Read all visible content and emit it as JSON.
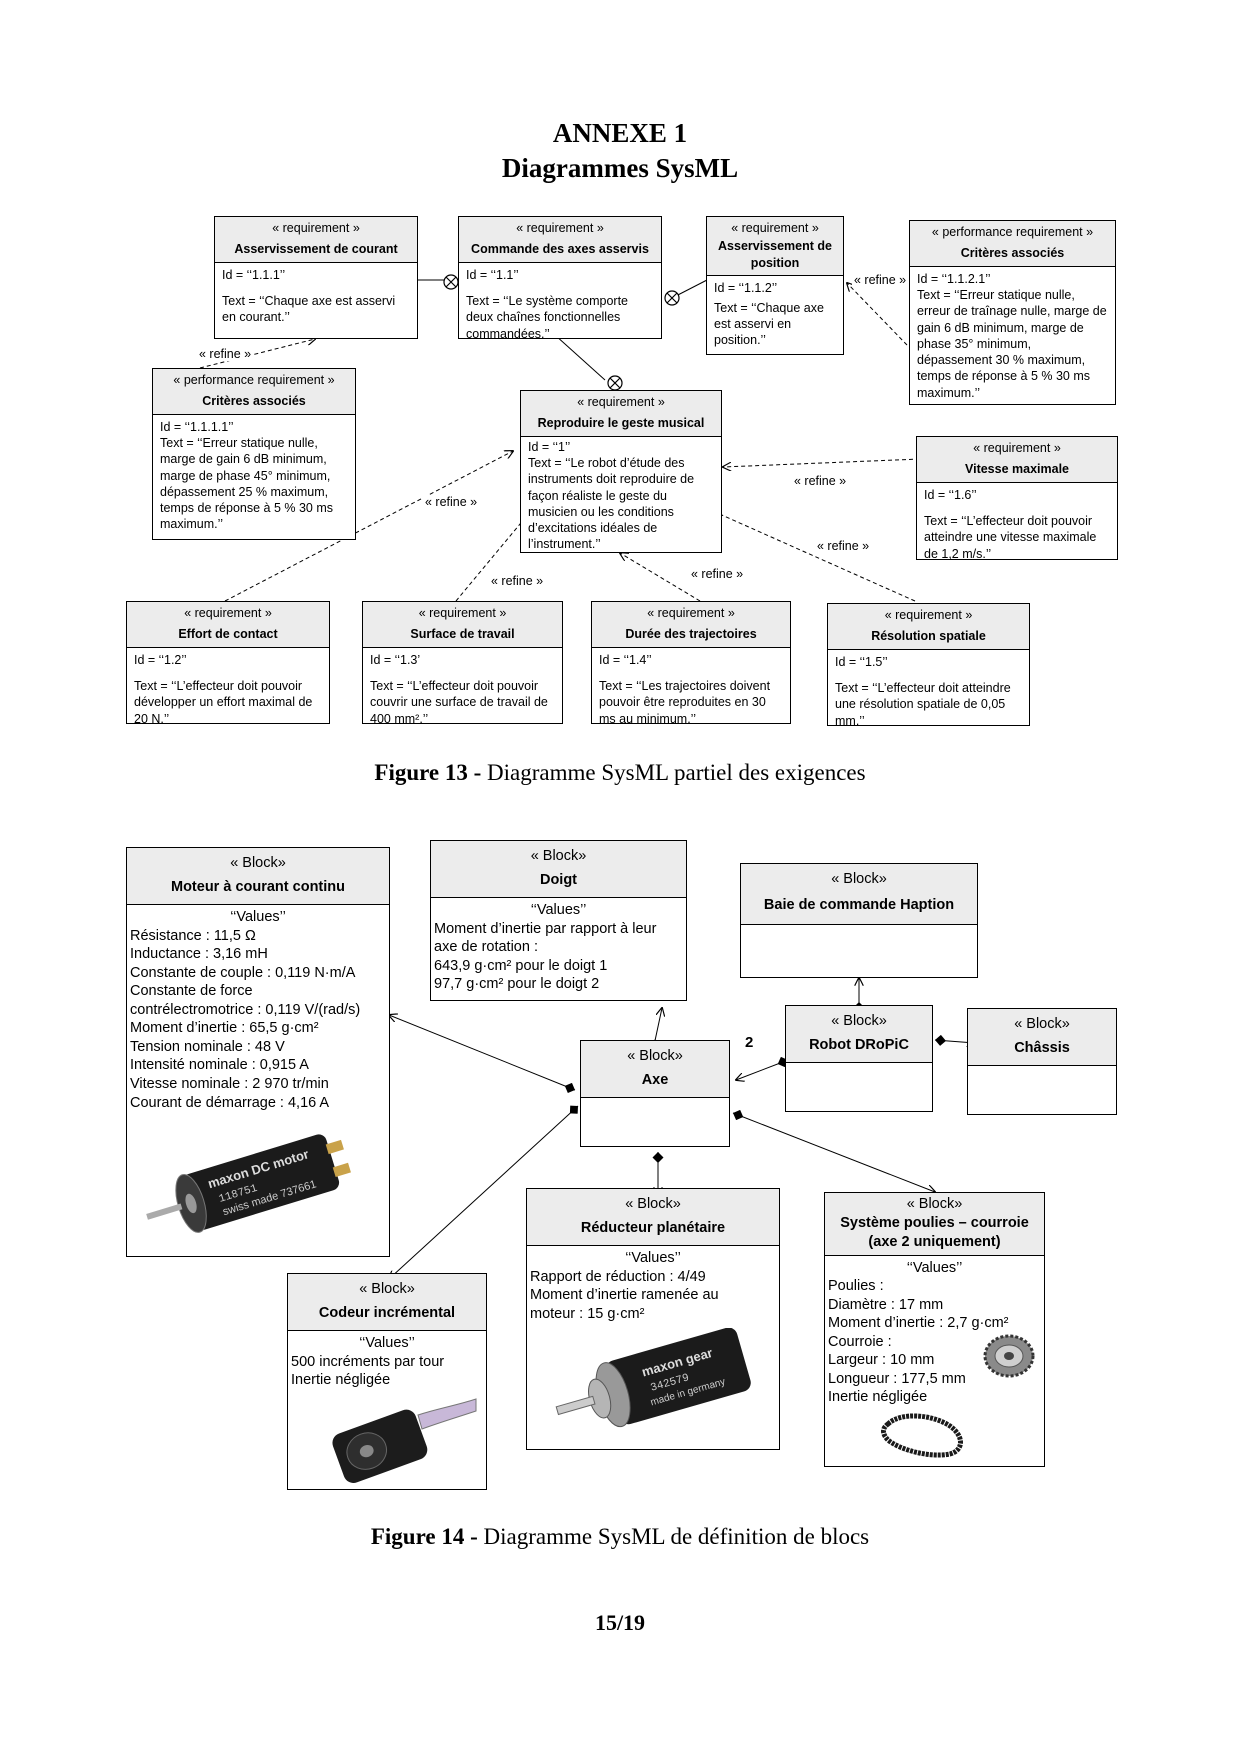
{
  "heading": {
    "line1": "ANNEXE 1",
    "line2": "Diagrammes SysML"
  },
  "requirements": [
    {
      "stereo": "« requirement »",
      "name": "Asservissement de courant",
      "id": "Id = ‘‘1.1.1’’",
      "text": "Text = ‘‘Chaque axe est asservi en courant.’’"
    },
    {
      "stereo": "« requirement »",
      "name": "Commande des axes asservis",
      "id": "Id = ‘‘1.1’’",
      "text": "Text = ‘‘Le système comporte deux chaînes fonctionnelles commandées.’’"
    },
    {
      "stereo": "« requirement »",
      "name": "Asservissement de position",
      "id": "Id = ‘‘1.1.2’’",
      "text": "Text = ‘‘Chaque axe est asservi en position.’’"
    },
    {
      "stereo": "« performance requirement »",
      "name": "Critères associés",
      "id": "Id = ‘‘1.1.2.1’’",
      "text": "Text = ‘‘Erreur statique nulle, erreur de traînage nulle, marge de gain 6 dB minimum, marge de phase 35° minimum, dépassement 30 % maximum, temps de réponse à 5 % 30 ms maximum.’’"
    },
    {
      "stereo": "« performance requirement »",
      "name": "Critères associés",
      "id": "Id = ‘‘1.1.1.1’’",
      "text": "Text = ‘‘Erreur statique nulle, marge de gain 6 dB minimum, marge de phase 45° minimum, dépassement 25 % maximum, temps de réponse à 5 % 30 ms maximum.’’"
    },
    {
      "stereo": "« requirement »",
      "name": "Reproduire le geste musical",
      "id": "Id = ‘‘1’’",
      "text": "Text = ‘‘Le robot d’étude des instruments doit reproduire de façon réaliste le geste du musicien ou les conditions d’excitations idéales de l’instrument.’’"
    },
    {
      "stereo": "« requirement »",
      "name": "Vitesse maximale",
      "id": "Id = ‘‘1.6’’",
      "text": "Text = ‘‘L’effecteur doit pouvoir atteindre une vitesse maximale de 1,2 m/s.’’"
    },
    {
      "stereo": "« requirement »",
      "name": "Effort de contact",
      "id": "Id = ‘‘1.2’’",
      "text": "Text = ‘‘L’effecteur doit pouvoir développer un effort maximal de 20 N.’’"
    },
    {
      "stereo": "« requirement »",
      "name": "Surface de travail",
      "id": "Id = ‘‘1.3’",
      "text": "Text = ‘‘L’effecteur doit pouvoir couvrir une surface de travail de 400 mm².’’"
    },
    {
      "stereo": "« requirement »",
      "name": "Durée des trajectoires",
      "id": "Id = ‘‘1.4’’",
      "text": "Text = ‘‘Les trajectoires doivent pouvoir être reproduites en 30 ms au minimum.’’"
    },
    {
      "stereo": "« requirement »",
      "name": "Résolution spatiale",
      "id": "Id = ‘‘1.5’’",
      "text": "Text = ‘‘L’effecteur doit atteindre une résolution spatiale de 0,05 mm.’’"
    }
  ],
  "refine_label": "« refine »",
  "figure13": {
    "num": "Figure 13 -",
    "text": " Diagramme SysML partiel des exigences"
  },
  "blocks": {
    "stereo": "« Block»",
    "values_header": "‘‘Values’’",
    "moteur": {
      "name": "Moteur à courant continu",
      "lines": [
        "Résistance : 11,5 Ω",
        "Inductance : 3,16 mH",
        "Constante de couple : 0,119 N·m/A",
        "Constante de force",
        "contrélectromotrice : 0,119 V/(rad/s)",
        "Moment d’inertie : 65,5 g·cm²",
        "Tension nominale : 48 V",
        "Intensité nominale : 0,915 A",
        "Vitesse nominale : 2 970 tr/min",
        "Courant de démarrage : 4,16 A"
      ],
      "photo_text": "maxon DC motor 118751 swiss made 737661"
    },
    "doigt": {
      "name": "Doigt",
      "lines": [
        "Moment d’inertie par rapport à leur",
        "axe de rotation :",
        "643,9 g·cm² pour le doigt 1",
        "97,7 g·cm² pour le doigt 2"
      ]
    },
    "baie": {
      "name": "Baie de commande Haption"
    },
    "robot": {
      "name": "Robot DRoPiC"
    },
    "chassis": {
      "name": "Châssis"
    },
    "axe": {
      "name": "Axe"
    },
    "multiplicity": "2",
    "reducteur": {
      "name": "Réducteur planétaire",
      "lines": [
        "Rapport de réduction : 4/49",
        "Moment d’inertie ramenée au",
        "moteur : 15 g·cm²"
      ],
      "photo_text": "maxon gear 342579 made in germany"
    },
    "poulies": {
      "name1": "Système poulies – courroie",
      "name2": "(axe 2 uniquement)",
      "lines": [
        "Poulies :",
        "Diamètre : 17 mm",
        "Moment d’inertie : 2,7 g·cm²",
        "Courroie :",
        "Largeur : 10 mm",
        "Longueur : 177,5 mm",
        "Inertie négligée"
      ]
    },
    "codeur": {
      "name": "Codeur incrémental",
      "lines": [
        "500 incréments par tour",
        "Inertie négligée"
      ]
    }
  },
  "figure14": {
    "num": "Figure 14 -",
    "text": " Diagramme SysML de définition de blocs"
  },
  "page_number": "15/19"
}
